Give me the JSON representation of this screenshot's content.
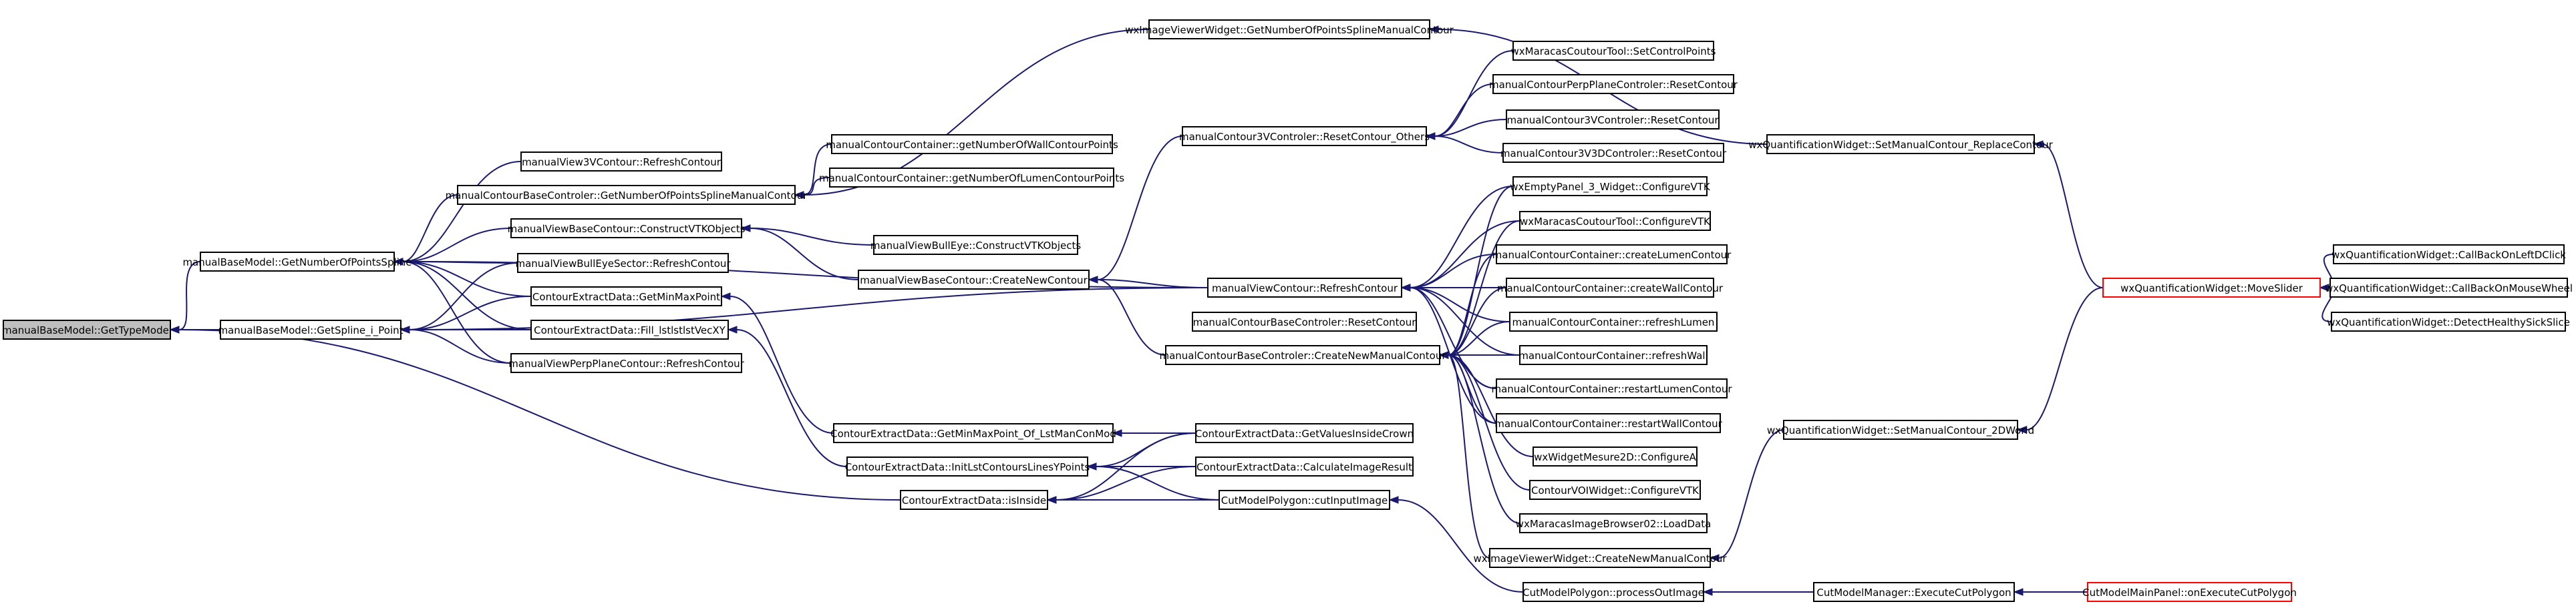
{
  "colors": {
    "edge": "#191970",
    "root_fill": "#bfbfbf",
    "node_border": "#000000",
    "highlight_border": "#ff0000"
  },
  "nodes": [
    {
      "id": "n0",
      "label": "manualBaseModel::GetTypeModel",
      "root": true
    },
    {
      "id": "n1",
      "label": "manualBaseModel::GetNumberOfPointsSpline"
    },
    {
      "id": "n2",
      "label": "manualBaseModel::GetSpline_i_Point"
    },
    {
      "id": "n3",
      "label": "ContourExtractData::isInside"
    },
    {
      "id": "n4",
      "label": "manualView3VContour::RefreshContour"
    },
    {
      "id": "n5",
      "label": "manualContourBaseControler::GetNumberOfPointsSplineManualContour"
    },
    {
      "id": "n6",
      "label": "manualViewBaseContour::ConstructVTKObjects"
    },
    {
      "id": "n7",
      "label": "manualViewBullEyeSector::RefreshContour"
    },
    {
      "id": "n8",
      "label": "ContourExtractData::GetMinMaxPoint"
    },
    {
      "id": "n9",
      "label": "ContourExtractData::Fill_lstlstlstVecXY"
    },
    {
      "id": "n10",
      "label": "manualViewPerpPlaneContour::RefreshContour"
    },
    {
      "id": "n11",
      "label": "manualContourContainer::getNumberOfWallContourPoints"
    },
    {
      "id": "n12",
      "label": "manualContourContainer::getNumberOfLumenContourPoints"
    },
    {
      "id": "n13",
      "label": "manualViewBullEye::ConstructVTKObjects"
    },
    {
      "id": "n14",
      "label": "manualViewBaseContour::CreateNewContour"
    },
    {
      "id": "n15",
      "label": "ContourExtractData::GetMinMaxPoint_Of_LstManConMod"
    },
    {
      "id": "n16",
      "label": "ContourExtractData::InitLstContoursLinesYPoints"
    },
    {
      "id": "n17",
      "label": "wxImageViewerWidget::GetNumberOfPointsSplineManualContour"
    },
    {
      "id": "n18",
      "label": "manualContour3VControler::ResetContour_Others"
    },
    {
      "id": "n19",
      "label": "manualViewContour::RefreshContour"
    },
    {
      "id": "n20",
      "label": "manualContourBaseControler::ResetContour"
    },
    {
      "id": "n21",
      "label": "manualContourBaseControler::CreateNewManualContour"
    },
    {
      "id": "n22",
      "label": "ContourExtractData::GetValuesInsideCrown"
    },
    {
      "id": "n23",
      "label": "ContourExtractData::CalculateImageResult"
    },
    {
      "id": "n24",
      "label": "CutModelPolygon::cutInputImage"
    },
    {
      "id": "n25",
      "label": "wxMaracasCoutourTool::SetControlPoints"
    },
    {
      "id": "n26",
      "label": "manualContourPerpPlaneControler::ResetContour"
    },
    {
      "id": "n27",
      "label": "manualContour3VControler::ResetContour"
    },
    {
      "id": "n28",
      "label": "manualContour3V3DControler::ResetContour"
    },
    {
      "id": "n29",
      "label": "wxEmptyPanel_3_Widget::ConfigureVTK"
    },
    {
      "id": "n30",
      "label": "wxMaracasCoutourTool::ConfigureVTK"
    },
    {
      "id": "n31",
      "label": "manualContourContainer::createLumenContour"
    },
    {
      "id": "n32",
      "label": "manualContourContainer::createWallContour"
    },
    {
      "id": "n33",
      "label": "manualContourContainer::refreshLumen"
    },
    {
      "id": "n34",
      "label": "manualContourContainer::refreshWall"
    },
    {
      "id": "n35",
      "label": "manualContourContainer::restartLumenContour"
    },
    {
      "id": "n36",
      "label": "manualContourContainer::restartWallContour"
    },
    {
      "id": "n37",
      "label": "wxWidgetMesure2D::ConfigureA"
    },
    {
      "id": "n38",
      "label": "ContourVOIWidget::ConfigureVTK"
    },
    {
      "id": "n39",
      "label": "wxMaracasImageBrowser02::LoadData"
    },
    {
      "id": "n40",
      "label": "wxImageViewerWidget::CreateNewManualContour"
    },
    {
      "id": "n41",
      "label": "CutModelPolygon::processOutImage"
    },
    {
      "id": "n42",
      "label": "wxQuantificationWidget::SetManualContour_ReplaceContour"
    },
    {
      "id": "n43",
      "label": "wxQuantificationWidget::MoveSlider",
      "red": true
    },
    {
      "id": "n44",
      "label": "wxQuantificationWidget::SetManualContour_2DWorld"
    },
    {
      "id": "n45",
      "label": "CutModelManager::ExecuteCutPolygon"
    },
    {
      "id": "n46",
      "label": "wxQuantificationWidget::CallBackOnLeftDClick"
    },
    {
      "id": "n47",
      "label": "wxQuantificationWidget::CallBackOnMouseWheel"
    },
    {
      "id": "n48",
      "label": "wxQuantificationWidget::DetectHealthySickSlice"
    },
    {
      "id": "n49",
      "label": "CutModelMainPanel::onExecuteCutPolygon",
      "red": true
    }
  ],
  "edges": [
    {
      "from": "n1",
      "to": "n0"
    },
    {
      "from": "n2",
      "to": "n0"
    },
    {
      "from": "n3",
      "to": "n0"
    },
    {
      "from": "n4",
      "to": "n1"
    },
    {
      "from": "n5",
      "to": "n1"
    },
    {
      "from": "n6",
      "to": "n1"
    },
    {
      "from": "n7",
      "to": "n1"
    },
    {
      "from": "n8",
      "to": "n1"
    },
    {
      "from": "n9",
      "to": "n1"
    },
    {
      "from": "n10",
      "to": "n1"
    },
    {
      "from": "n19",
      "to": "n1"
    },
    {
      "from": "n7",
      "to": "n2"
    },
    {
      "from": "n8",
      "to": "n2"
    },
    {
      "from": "n9",
      "to": "n2"
    },
    {
      "from": "n10",
      "to": "n2"
    },
    {
      "from": "n19",
      "to": "n2"
    },
    {
      "from": "n11",
      "to": "n5"
    },
    {
      "from": "n12",
      "to": "n5"
    },
    {
      "from": "n17",
      "to": "n5"
    },
    {
      "from": "n13",
      "to": "n6"
    },
    {
      "from": "n14",
      "to": "n6"
    },
    {
      "from": "n15",
      "to": "n8"
    },
    {
      "from": "n16",
      "to": "n9"
    },
    {
      "from": "n22",
      "to": "n15"
    },
    {
      "from": "n22",
      "to": "n16"
    },
    {
      "from": "n23",
      "to": "n16"
    },
    {
      "from": "n24",
      "to": "n16"
    },
    {
      "from": "n22",
      "to": "n3"
    },
    {
      "from": "n23",
      "to": "n3"
    },
    {
      "from": "n24",
      "to": "n3"
    },
    {
      "from": "n41",
      "to": "n24"
    },
    {
      "from": "n18",
      "to": "n14"
    },
    {
      "from": "n19",
      "to": "n14"
    },
    {
      "from": "n21",
      "to": "n14"
    },
    {
      "from": "n25",
      "to": "n18"
    },
    {
      "from": "n26",
      "to": "n18"
    },
    {
      "from": "n27",
      "to": "n18"
    },
    {
      "from": "n28",
      "to": "n18"
    },
    {
      "from": "n29",
      "to": "n19"
    },
    {
      "from": "n30",
      "to": "n19"
    },
    {
      "from": "n31",
      "to": "n19"
    },
    {
      "from": "n32",
      "to": "n19"
    },
    {
      "from": "n33",
      "to": "n19"
    },
    {
      "from": "n34",
      "to": "n19"
    },
    {
      "from": "n35",
      "to": "n19"
    },
    {
      "from": "n36",
      "to": "n19"
    },
    {
      "from": "n29",
      "to": "n21"
    },
    {
      "from": "n30",
      "to": "n21"
    },
    {
      "from": "n31",
      "to": "n21"
    },
    {
      "from": "n32",
      "to": "n21"
    },
    {
      "from": "n33",
      "to": "n21"
    },
    {
      "from": "n34",
      "to": "n21"
    },
    {
      "from": "n35",
      "to": "n21"
    },
    {
      "from": "n36",
      "to": "n21"
    },
    {
      "from": "n37",
      "to": "n21"
    },
    {
      "from": "n38",
      "to": "n21"
    },
    {
      "from": "n39",
      "to": "n21"
    },
    {
      "from": "n40",
      "to": "n21"
    },
    {
      "from": "n42",
      "to": "n17"
    },
    {
      "from": "n43",
      "to": "n42"
    },
    {
      "from": "n44",
      "to": "n40"
    },
    {
      "from": "n43",
      "to": "n44"
    },
    {
      "from": "n45",
      "to": "n41"
    },
    {
      "from": "n49",
      "to": "n45"
    },
    {
      "from": "n46",
      "to": "n43"
    },
    {
      "from": "n47",
      "to": "n43"
    },
    {
      "from": "n48",
      "to": "n43"
    }
  ]
}
